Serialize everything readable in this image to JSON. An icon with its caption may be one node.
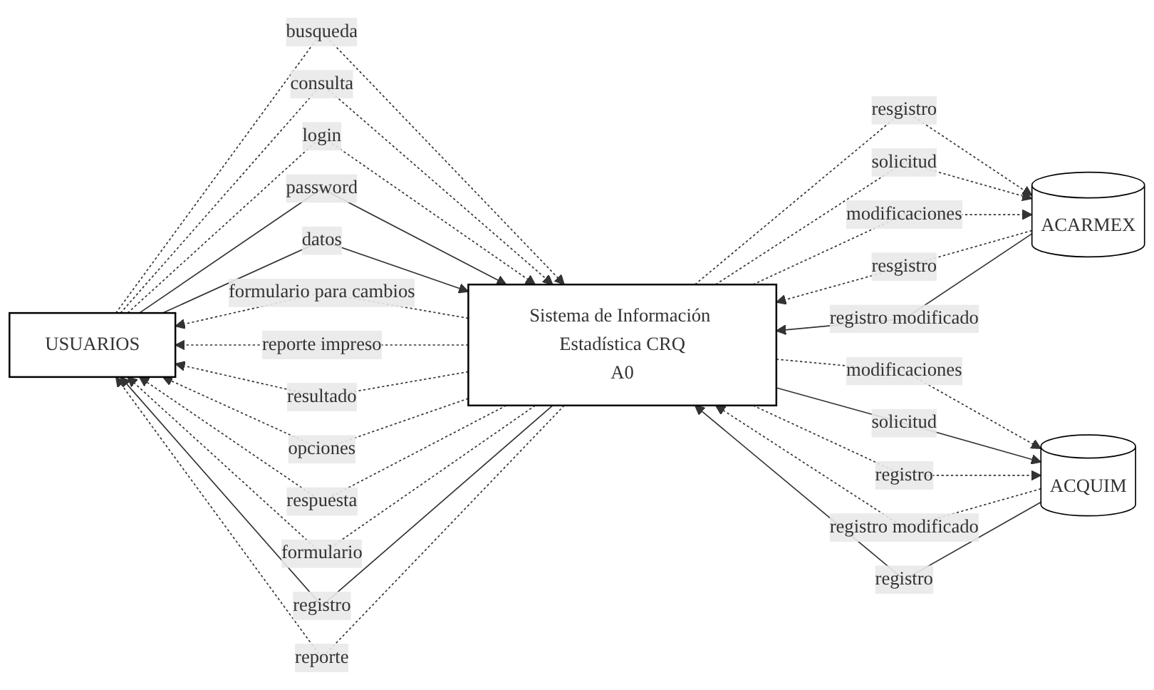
{
  "diagram": {
    "nodes": [
      {
        "text": [
          "USUARIOS"
        ]
      },
      {
        "text": [
          "Sistema de Información Estadística CRQ",
          "A0"
        ]
      },
      {
        "text": [
          "ACARMEX"
        ]
      },
      {
        "text": [
          "ACQUIM"
        ]
      }
    ],
    "edges": [
      {
        "from": 1,
        "to": 0,
        "arrow": "to",
        "label": "formulario para cambios",
        "style": "dashed"
      },
      {
        "from": 1,
        "to": 0,
        "arrow": "to",
        "label": "reporte impreso",
        "style": "dashed"
      },
      {
        "from": 1,
        "to": 0,
        "arrow": "to",
        "label": "resultado",
        "style": "dashed"
      },
      {
        "from": 0,
        "to": 1,
        "arrow": "to",
        "label": "busqueda",
        "style": "dashed"
      },
      {
        "from": 1,
        "to": 0,
        "arrow": "to",
        "label": "opciones",
        "style": "dashed"
      },
      {
        "from": 0,
        "to": 1,
        "arrow": "to",
        "label": "consulta",
        "style": "dashed"
      },
      {
        "from": 0,
        "to": 1,
        "arrow": "to",
        "label": "login",
        "style": "dashed"
      },
      {
        "from": 0,
        "to": 1,
        "arrow": "to",
        "label": "password"
      },
      {
        "from": 1,
        "to": 0,
        "arrow": "to",
        "label": "respuesta",
        "style": "dashed"
      },
      {
        "from": 1,
        "to": 0,
        "arrow": "to",
        "label": "formulario",
        "style": "dashed"
      },
      {
        "from": 0,
        "to": 1,
        "arrow": "to",
        "label": "datos"
      },
      {
        "from": 1,
        "to": 0,
        "arrow": "to",
        "label": "registro"
      },
      {
        "from": 1,
        "to": 0,
        "arrow": "to",
        "label": "reporte",
        "style": "dashed"
      },
      {
        "from": 1,
        "to": 2,
        "arrow": "to",
        "label": "resgistro",
        "style": "dashed"
      },
      {
        "from": 2,
        "to": 1,
        "arrow": "to",
        "label": "resgistro",
        "style": "dashed"
      },
      {
        "from": 1,
        "to": 2,
        "arrow": "to",
        "label": "solicitud",
        "style": "dashed"
      },
      {
        "from": 1,
        "to": 2,
        "arrow": "to",
        "label": "modificaciones",
        "style": "dashed"
      },
      {
        "from": 2,
        "to": 1,
        "arrow": "to",
        "label": "registro modificado"
      },
      {
        "from": 1,
        "to": 3,
        "arrow": "to",
        "label": "modificaciones",
        "style": "dashed"
      },
      {
        "from": 3,
        "to": 1,
        "arrow": "to",
        "label": "registro modificado",
        "style": "dashed"
      },
      {
        "from": 1,
        "to": 3,
        "arrow": "to",
        "label": "solicitud"
      },
      {
        "from": 1,
        "to": 3,
        "arrow": "to",
        "label": "registro",
        "style": "dashed"
      },
      {
        "from": 3,
        "to": 1,
        "arrow": "to",
        "label": "registro"
      }
    ]
  }
}
